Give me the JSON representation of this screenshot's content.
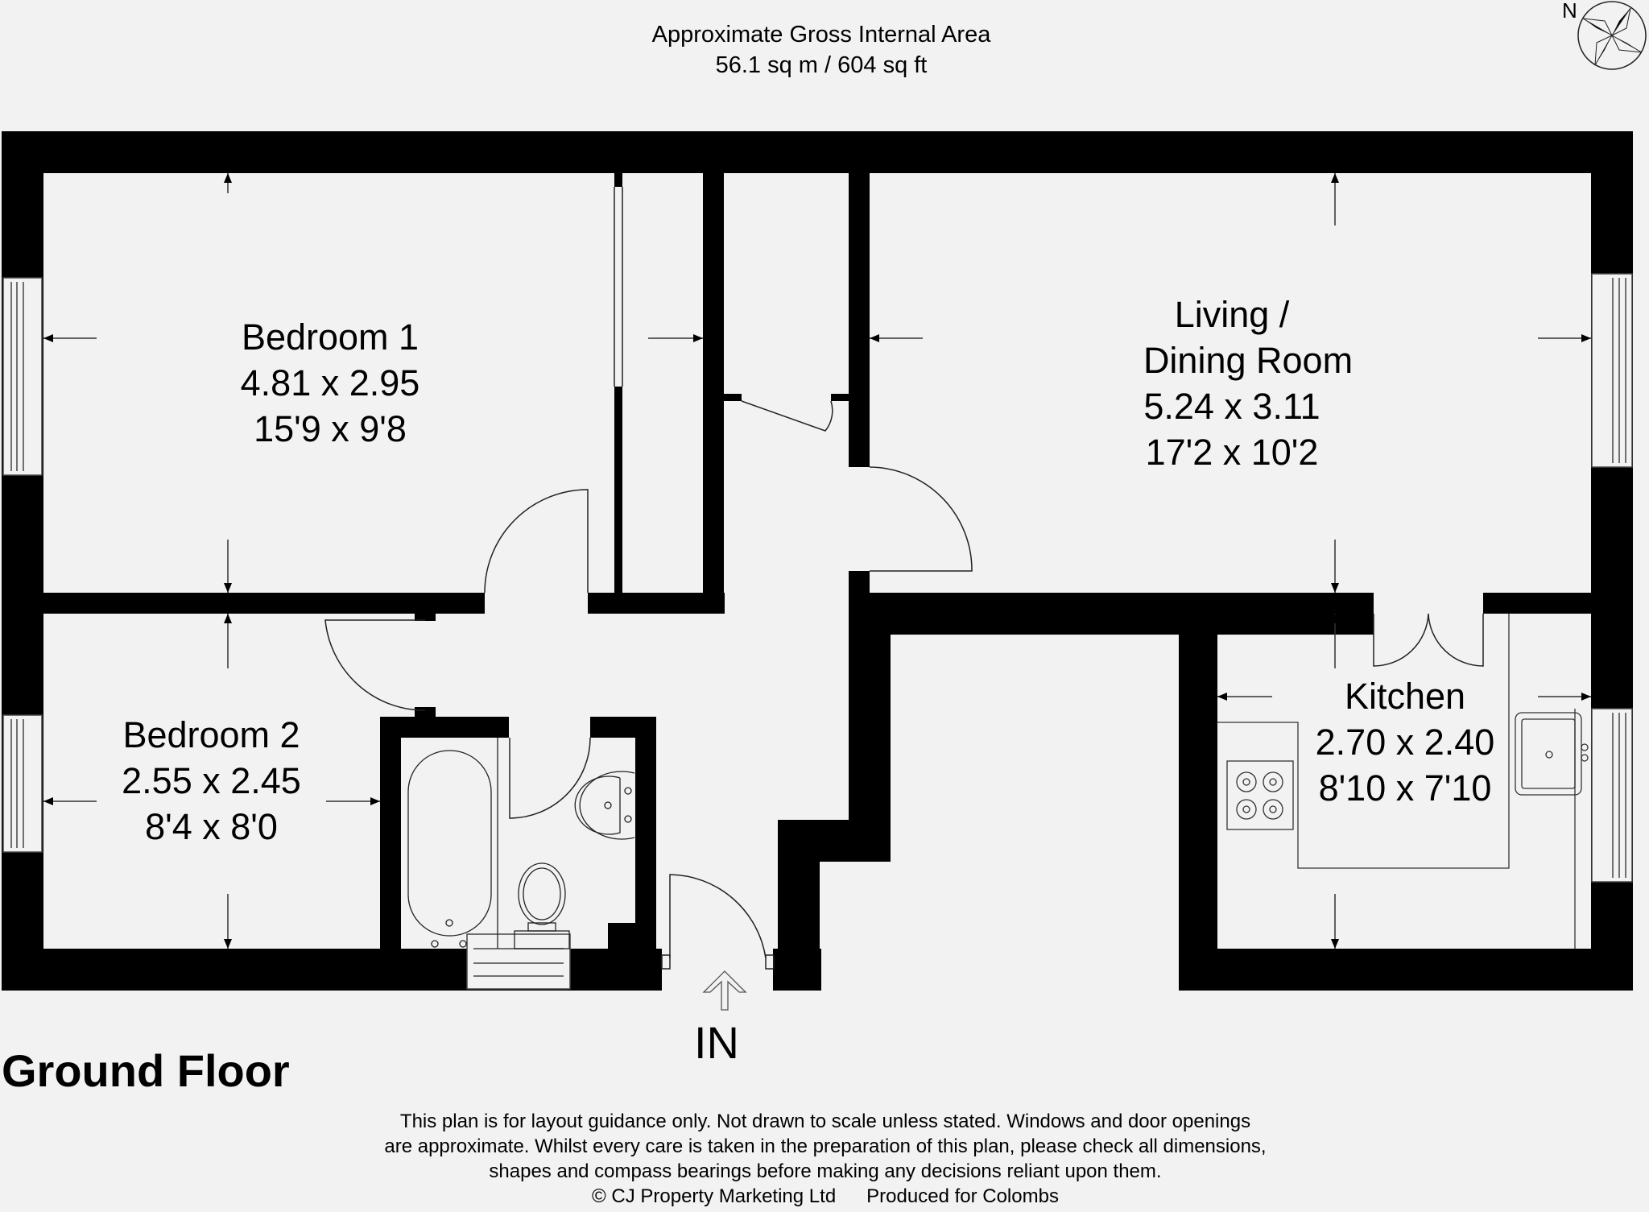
{
  "header": {
    "title": "Approximate Gross Internal Area",
    "area": "56.1 sq m / 604 sq ft"
  },
  "compass": {
    "label": "N",
    "icon": "compass-rose-icon"
  },
  "floor": {
    "title": "Ground Floor",
    "entrance_label": "IN",
    "entrance_icon": "up-arrow-icon"
  },
  "rooms": [
    {
      "name": "Bedroom 1",
      "name_line2": "",
      "metric": "4.81 x 2.95",
      "imperial": "15'9 x 9'8"
    },
    {
      "name": "Living /",
      "name_line2": "Dining Room",
      "metric": "5.24 x 3.11",
      "imperial": "17'2 x 10'2"
    },
    {
      "name": "Bedroom 2",
      "name_line2": "",
      "metric": "2.55 x 2.45",
      "imperial": "8'4 x 8'0"
    },
    {
      "name": "Kitchen",
      "name_line2": "",
      "metric": "2.70 x 2.40",
      "imperial": "8'10 x 7'10"
    }
  ],
  "fixtures": {
    "bathroom": [
      "bath",
      "toilet",
      "wash-basin"
    ],
    "kitchen": [
      "hob",
      "sink"
    ]
  },
  "disclaimer": {
    "line1": "This plan is for layout guidance only. Not drawn to scale unless stated. Windows and door openings",
    "line2": "are approximate. Whilst every care is taken in the preparation of this plan, please check all dimensions,",
    "line3": "shapes and compass bearings before making any decisions reliant upon them.",
    "copyright": "© CJ Property Marketing Ltd",
    "produced_for": "Produced for Colombs"
  },
  "colors": {
    "background": "#f2f2f2",
    "wall": "#000000",
    "line": "#333333"
  }
}
